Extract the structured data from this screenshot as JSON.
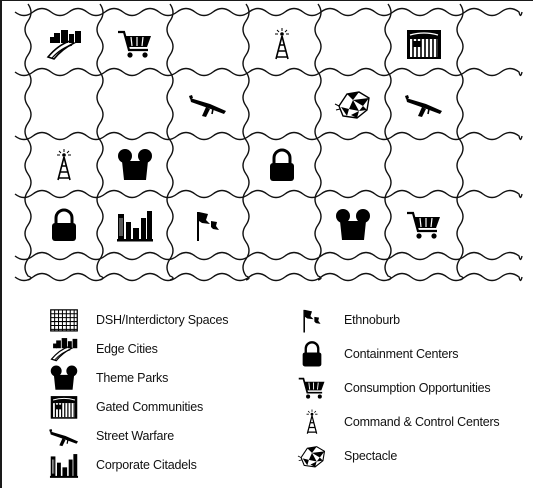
{
  "grid": {
    "cells": [
      [
        "edge-city",
        "consumption",
        "",
        "command",
        "",
        "gated"
      ],
      [
        "",
        "",
        "street-warfare",
        "",
        "spectacle",
        "street-warfare"
      ],
      [
        "command",
        "theme-park",
        "",
        "containment",
        "",
        ""
      ],
      [
        "containment",
        "corporate",
        "ethnoburb",
        "",
        "theme-park",
        "consumption"
      ]
    ]
  },
  "legend": {
    "left": [
      {
        "icon": "dsh",
        "label": "DSH/Interdictory Spaces"
      },
      {
        "icon": "edge-city",
        "label": "Edge Cities"
      },
      {
        "icon": "theme-park",
        "label": "Theme Parks"
      },
      {
        "icon": "gated",
        "label": "Gated Communities"
      },
      {
        "icon": "street-warfare",
        "label": "Street Warfare"
      },
      {
        "icon": "corporate",
        "label": "Corporate Citadels"
      }
    ],
    "right": [
      {
        "icon": "ethnoburb",
        "label": "Ethnoburb"
      },
      {
        "icon": "containment",
        "label": "Containment Centers"
      },
      {
        "icon": "consumption",
        "label": "Consumption Opportunities"
      },
      {
        "icon": "command",
        "label": "Command & Control Centers"
      },
      {
        "icon": "spectacle",
        "label": "Spectacle"
      }
    ]
  }
}
